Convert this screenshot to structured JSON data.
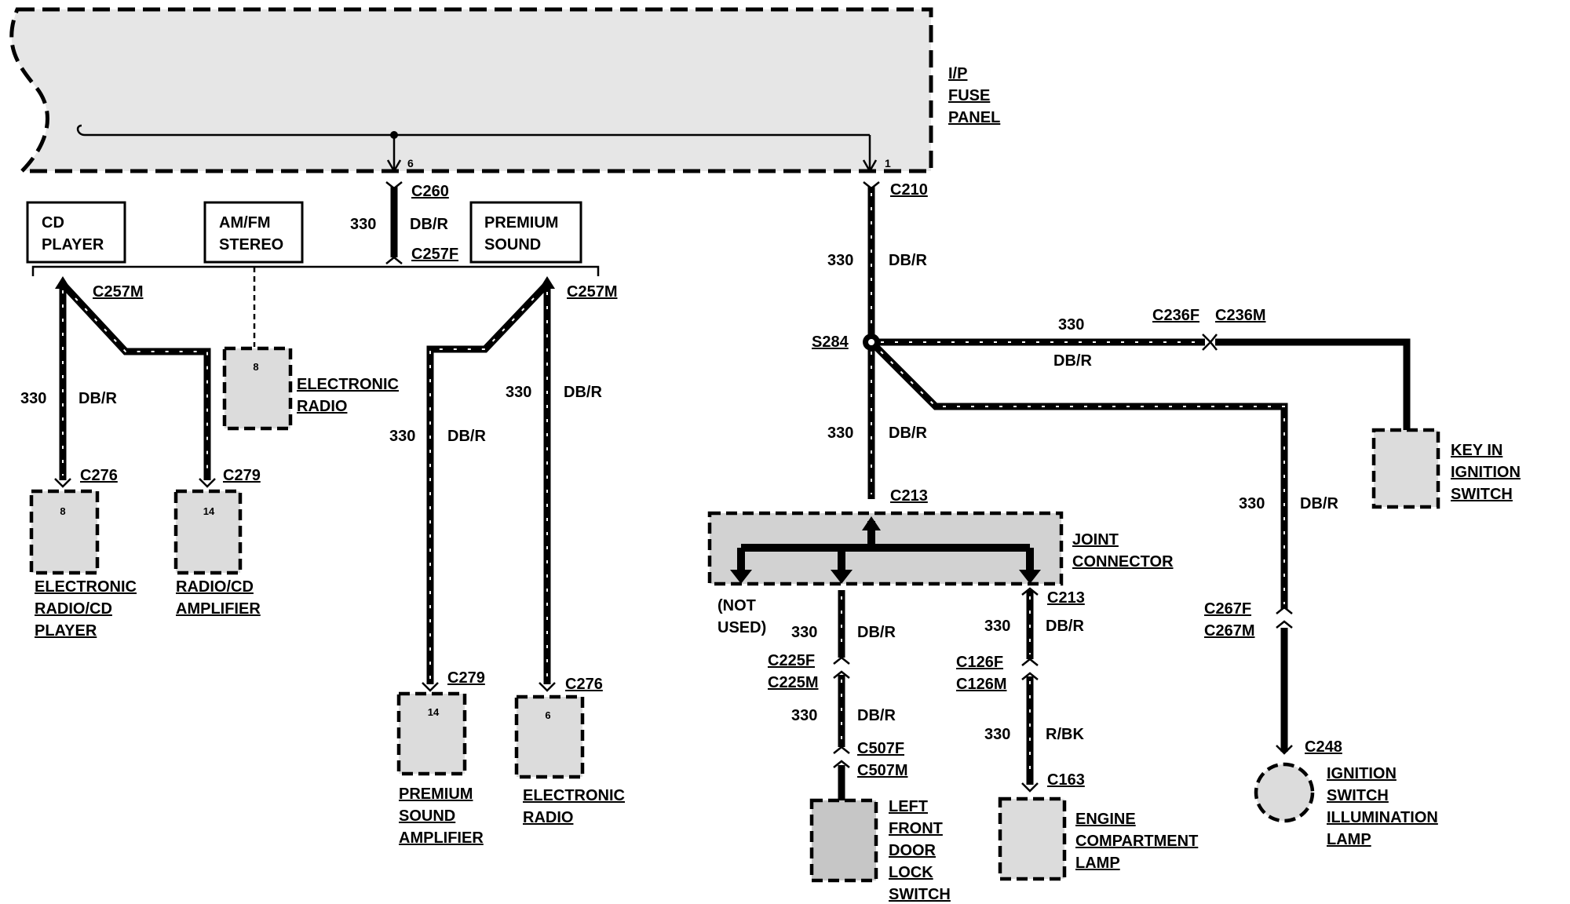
{
  "fuse_panel": {
    "line1": "I/P",
    "line2": "FUSE",
    "line3": "PANEL"
  },
  "pins": {
    "fuse_pin_6": "6",
    "fuse_pin_1": "1"
  },
  "boxes": {
    "cd_player": [
      "CD",
      "PLAYER"
    ],
    "am_fm_stereo": [
      "AM/FM",
      "STEREO"
    ],
    "premium_sound": [
      "PREMIUM",
      "SOUND"
    ]
  },
  "connectors": {
    "c260": "C260",
    "c257f": "C257F",
    "c257m_left": "C257M",
    "c257m_right": "C257M",
    "c210": "C210",
    "c276_left": "C276",
    "c279_left": "C279",
    "c279_right": "C279",
    "c276_right": "C276",
    "s284": "S284",
    "c236f": "C236F",
    "c236m": "C236M",
    "c213_top": "C213",
    "c213_right": "C213",
    "c225f": "C225F",
    "c225m": "C225M",
    "c507f": "C507F",
    "c507m": "C507M",
    "c126f": "C126F",
    "c126m": "C126M",
    "c163": "C163",
    "c267f": "C267F",
    "c267m": "C267M",
    "c248": "C248"
  },
  "wires": {
    "circuit": "330",
    "color_db_r": "DB/R",
    "color_r_bk": "R/BK"
  },
  "components": {
    "electronic_radio_cd_player": {
      "lines": [
        "ELECTRONIC",
        "RADIO/CD",
        "PLAYER"
      ],
      "pin": "8"
    },
    "radio_cd_amplifier": {
      "lines": [
        "RADIO/CD",
        "AMPLIFIER"
      ],
      "pin": "14"
    },
    "electronic_radio_top": {
      "lines": [
        "ELECTRONIC",
        "RADIO"
      ],
      "pin": "8"
    },
    "premium_sound_amplifier": {
      "lines": [
        "PREMIUM",
        "SOUND",
        "AMPLIFIER"
      ],
      "pin": "14"
    },
    "electronic_radio_bottom": {
      "lines": [
        "ELECTRONIC",
        "RADIO"
      ],
      "pin": "6"
    },
    "key_in_ignition_switch": {
      "lines": [
        "KEY IN",
        "IGNITION",
        "SWITCH"
      ]
    },
    "joint_connector": {
      "lines": [
        "JOINT",
        "CONNECTOR"
      ]
    },
    "not_used": {
      "lines": [
        "(NOT",
        "USED)"
      ]
    },
    "left_front_door_lock_switch": {
      "lines": [
        "LEFT",
        "FRONT",
        "DOOR",
        "LOCK",
        "SWITCH"
      ]
    },
    "engine_compartment_lamp": {
      "lines": [
        "ENGINE",
        "COMPARTMENT",
        "LAMP"
      ]
    },
    "ignition_switch_illumination_lamp": {
      "lines": [
        "IGNITION",
        "SWITCH",
        "ILLUMINATION",
        "LAMP"
      ]
    }
  }
}
